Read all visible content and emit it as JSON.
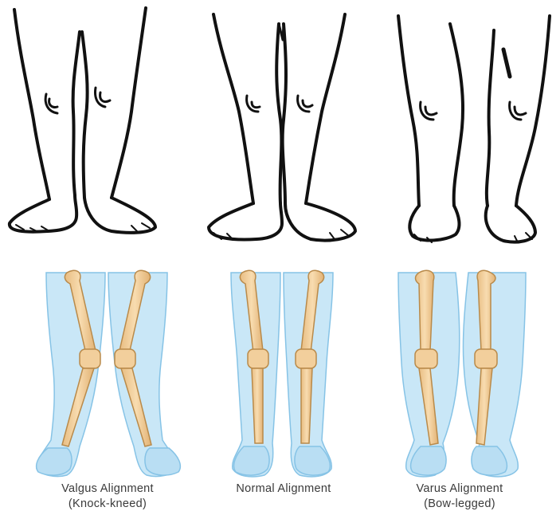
{
  "figure": {
    "panels": [
      {
        "id": "valgus",
        "caption_line1": "Valgus Alignment",
        "caption_line2": "(Knock-kneed)"
      },
      {
        "id": "normal",
        "caption_line1": "Normal Alignment",
        "caption_line2": ""
      },
      {
        "id": "varus",
        "caption_line1": "Varus Alignment",
        "caption_line2": "(Bow-legged)"
      }
    ],
    "colors": {
      "outline": "#111111",
      "leg_fill": "#c9e7f7",
      "leg_edge": "#86c3e6",
      "bone": "#f2cf9c",
      "bone_edge": "#b98a4a"
    }
  }
}
